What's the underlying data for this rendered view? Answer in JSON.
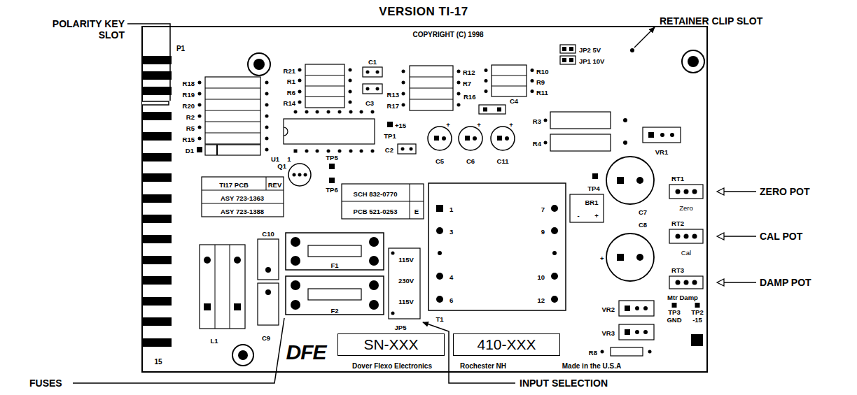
{
  "diagram": {
    "title": "VERSION TI-17",
    "nodes": [
      {
        "text": [
          "SN-XXX"
        ]
      },
      {
        "text": [
          "410-XXX"
        ]
      }
    ],
    "labels": [
      "POLARITY KEY SLOT",
      "RETAINER CLIP SLOT",
      "ZERO POT",
      "CAL POT",
      "DAMP POT",
      "FUSES",
      "INPUT SELECTION",
      "P1",
      "COPYRIGHT (C) 1998",
      "R18",
      "R19",
      "R20",
      "R2",
      "R5",
      "R15",
      "D1",
      "R21",
      "R1",
      "R6",
      "R14",
      "C1",
      "C3",
      "R12",
      "R7",
      "R13",
      "R17",
      "R16",
      "C4",
      "R10",
      "R9",
      "R11",
      "JP2 5V",
      "JP1 10V",
      "R3",
      "R4",
      "VR1",
      "U1",
      "1",
      "+15",
      "TP1",
      "C2",
      "+",
      "+",
      "+",
      "C5",
      "C6",
      "C11",
      "Q1",
      "TP5",
      "TP6",
      "TI17 PCB",
      "REV",
      "ASY 723-1363",
      "ASY 723-1388",
      "SCH 832-0770",
      "PCB 521-0253",
      "E",
      "1",
      "3",
      "4",
      "6",
      "7",
      "9",
      "10",
      "12",
      "TP4",
      "BR1",
      "-",
      "+",
      "C7",
      "C8",
      "+",
      "RT1",
      "Zero",
      "RT2",
      "Cal",
      "RT3",
      "VR2",
      "VR3",
      "Mtr Damp",
      "TP3 GND",
      "TP2 -15",
      "R8",
      "F1",
      "F2",
      "115V",
      "230V",
      "115V",
      "JP5",
      "T1",
      "L1",
      "C10",
      "C9",
      "15",
      "DFE",
      "Dover Flexo Electronics",
      "Rochester NH",
      "Made in the U.S.A"
    ]
  }
}
